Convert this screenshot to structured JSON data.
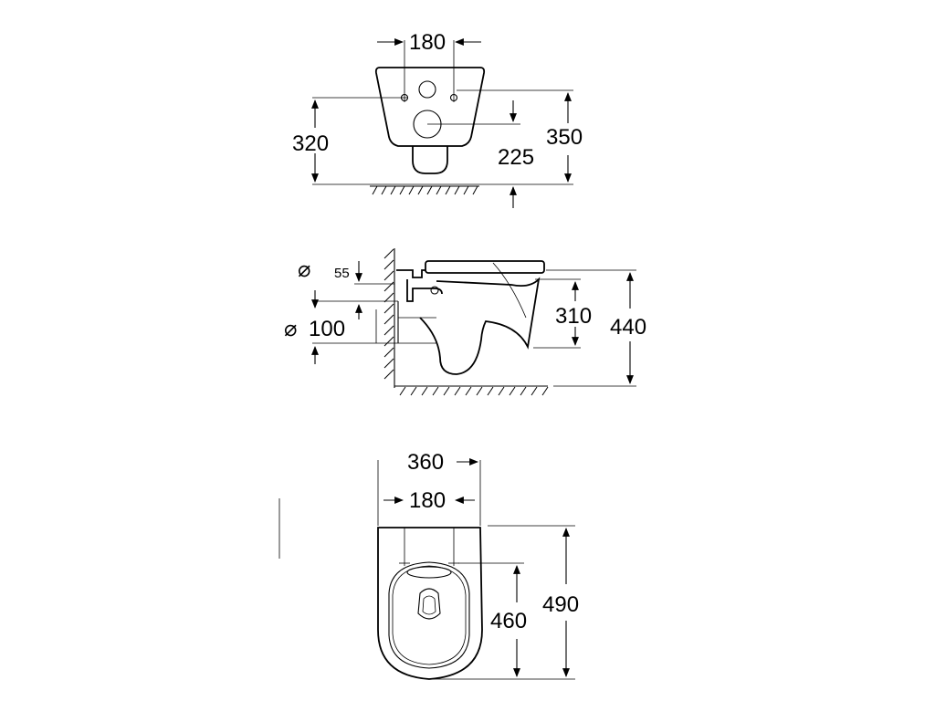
{
  "front_view": {
    "dim_fixing_spacing": "180",
    "dim_fixing_height": "320",
    "dim_total_height": "350",
    "dim_outlet_height": "225"
  },
  "side_view": {
    "diameter_symbol_top": "⌀",
    "dim_inlet": "55",
    "diameter_symbol_bottom": "⌀",
    "dim_outlet_diameter": "100",
    "dim_seat_to_outlet": "310",
    "dim_total_height": "440"
  },
  "top_view": {
    "dim_width": "360",
    "dim_fixing_spacing": "180",
    "dim_bowl_length": "460",
    "dim_total_length": "490"
  }
}
